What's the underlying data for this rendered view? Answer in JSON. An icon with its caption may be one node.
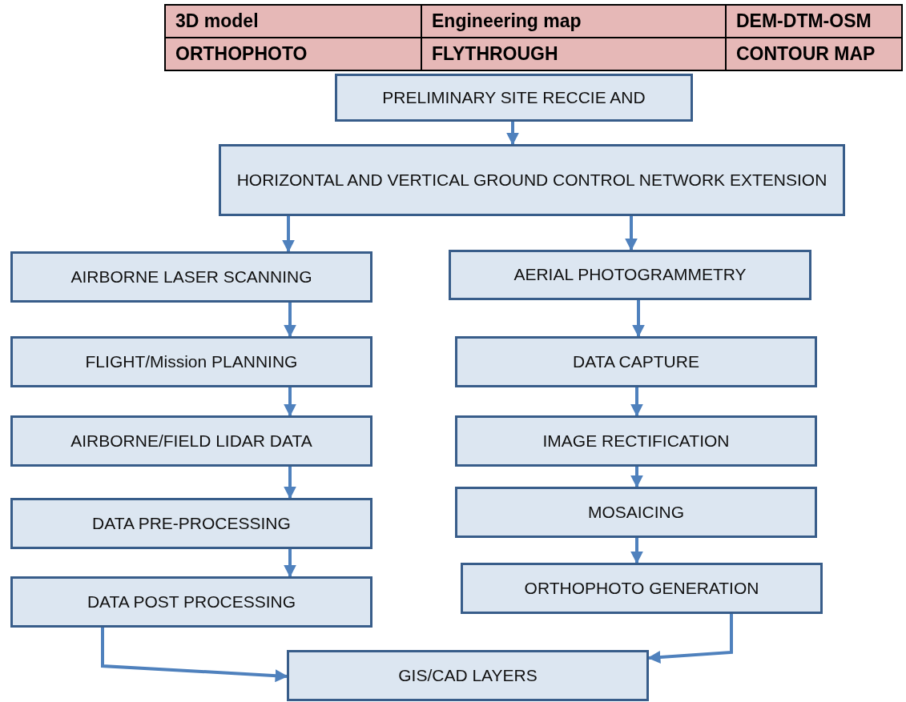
{
  "diagram": {
    "nodes": [
      {
        "text": [
          "PRELIMINARY SITE RECCIE AND"
        ]
      },
      {
        "text": [
          "HORIZONTAL AND VERTICAL GROUND CONTROL NETWORK EXTENSION"
        ]
      },
      {
        "text": [
          "AIRBORNE LASER SCANNING"
        ]
      },
      {
        "text": [
          "AERIAL PHOTOGRAMMETRY"
        ]
      },
      {
        "text": [
          "FLIGHT/Mission PLANNING"
        ]
      },
      {
        "text": [
          "DATA CAPTURE"
        ]
      },
      {
        "text": [
          "AIRBORNE/FIELD LIDAR DATA"
        ]
      },
      {
        "text": [
          "IMAGE RECTIFICATION"
        ]
      },
      {
        "text": [
          "DATA PRE-PROCESSING"
        ]
      },
      {
        "text": [
          "MOSAICING"
        ]
      },
      {
        "text": [
          "DATA POST PROCESSING"
        ]
      },
      {
        "text": [
          "ORTHOPHOTO GENERATION"
        ]
      },
      {
        "text": [
          "GIS/CAD LAYERS"
        ]
      }
    ],
    "edges": [
      {
        "from": 0,
        "to": 1,
        "arrow": "to"
      },
      {
        "from": 1,
        "to": 2,
        "arrow": "to"
      },
      {
        "from": 1,
        "to": 3,
        "arrow": "to"
      },
      {
        "from": 2,
        "to": 4,
        "arrow": "to"
      },
      {
        "from": 4,
        "to": 6,
        "arrow": "to"
      },
      {
        "from": 6,
        "to": 8,
        "arrow": "to"
      },
      {
        "from": 8,
        "to": 10,
        "arrow": "to"
      },
      {
        "from": 3,
        "to": 5,
        "arrow": "to"
      },
      {
        "from": 5,
        "to": 7,
        "arrow": "to"
      },
      {
        "from": 7,
        "to": 9,
        "arrow": "to"
      },
      {
        "from": 9,
        "to": 11,
        "arrow": "to"
      },
      {
        "from": 10,
        "to": 12,
        "arrow": "to"
      },
      {
        "from": 11,
        "to": 12,
        "arrow": "to"
      }
    ],
    "labels": [
      "3D model",
      "Engineering map",
      "DEM-DTM-OSM",
      "ORTHOPHOTO",
      "FLYTHROUGH",
      "CONTOUR MAP"
    ]
  }
}
